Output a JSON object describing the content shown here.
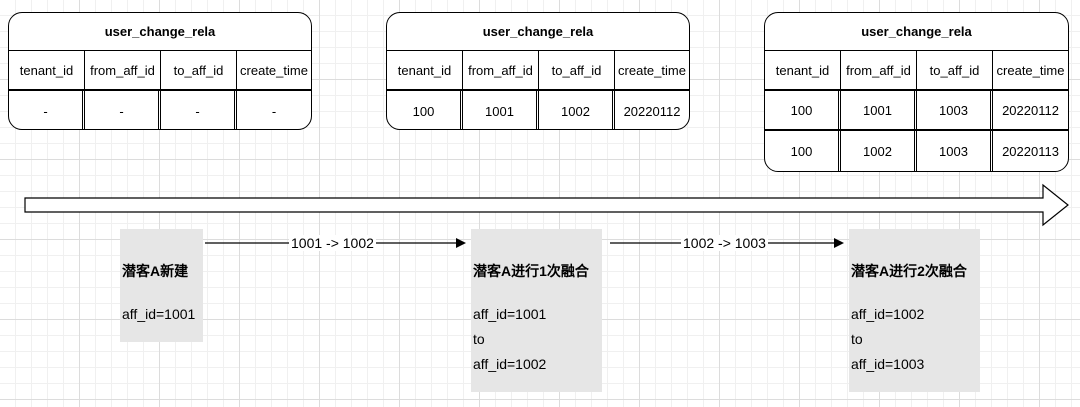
{
  "tables": [
    {
      "title": "user_change_rela",
      "headers": [
        "tenant_id",
        "from_aff_id",
        "to_aff_id",
        "create_time"
      ],
      "rows": [
        [
          "-",
          "-",
          "-",
          "-"
        ]
      ]
    },
    {
      "title": "user_change_rela",
      "headers": [
        "tenant_id",
        "from_aff_id",
        "to_aff_id",
        "create_time"
      ],
      "rows": [
        [
          "100",
          "1001",
          "1002",
          "20220112"
        ]
      ]
    },
    {
      "title": "user_change_rela",
      "headers": [
        "tenant_id",
        "from_aff_id",
        "to_aff_id",
        "create_time"
      ],
      "rows": [
        [
          "100",
          "1001",
          "1003",
          "20220112"
        ],
        [
          "100",
          "1002",
          "1003",
          "20220113"
        ]
      ]
    }
  ],
  "steps": [
    {
      "title": "潜客A新建",
      "lines": [
        "aff_id=1001"
      ]
    },
    {
      "title": "潜客A进行1次融合",
      "lines": [
        "aff_id=1001",
        "to",
        "aff_id=1002"
      ]
    },
    {
      "title": "潜客A进行2次融合",
      "lines": [
        "aff_id=1002",
        "to",
        "aff_id=1003"
      ]
    }
  ],
  "transitions": [
    {
      "label": "1001 -> 1002"
    },
    {
      "label": "1002 -> 1003"
    }
  ],
  "colors": {
    "step_fill": "#e6e6e6",
    "stroke": "#000000"
  }
}
